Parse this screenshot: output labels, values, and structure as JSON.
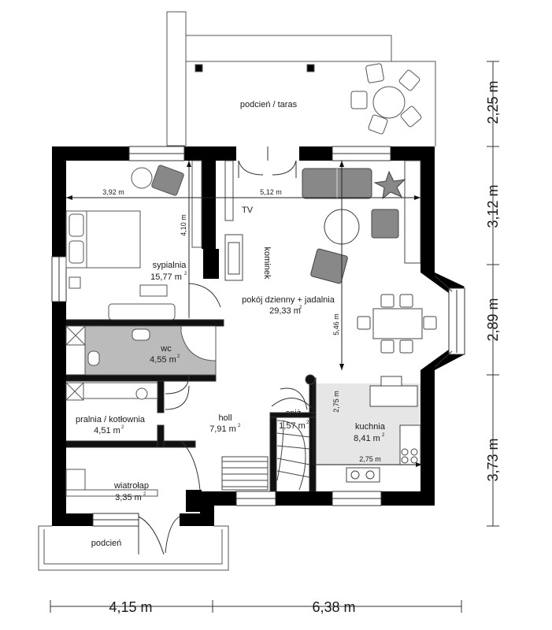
{
  "rooms": {
    "porch_top": "podcień / taras",
    "bedroom": "sypialnia",
    "bedroom_area": "15,77 m",
    "wc": "wc",
    "wc_area": "4,55 m",
    "living": "pokój dzienny + jadalnia",
    "living_area": "29,33 m",
    "laundry": "pralnia / kotłownia",
    "laundry_area": "4,51 m",
    "hall": "holl",
    "hall_area": "7,91 m",
    "pantry": "spiż.",
    "pantry_area": "1,57 m",
    "kitchen": "kuchnia",
    "kitchen_area": "8,41 m",
    "vestibule": "wiatrołap",
    "vestibule_area": "3,35 m",
    "porch_bottom": "podcień",
    "sup": "2"
  },
  "labels": {
    "tv": "TV",
    "fireplace": "kominek"
  },
  "inner_dimensions": {
    "bedroom_width": "3,92 m",
    "living_width": "5,12 m",
    "bedroom_depth": "4,10 m",
    "living_depth": "5,46 m",
    "kitchen_depth": "2,75 m",
    "kitchen_width": "2,75 m"
  },
  "outer_dimensions": {
    "right": [
      "2,25 m",
      "3,12 m",
      "2,89 m",
      "3,73 m"
    ],
    "bottom": [
      "4,15 m",
      "6,38 m"
    ]
  },
  "colors": {
    "wall": "#000000",
    "furniture_fill": "#888888",
    "kitchen_floor": "#e6e6e6"
  }
}
